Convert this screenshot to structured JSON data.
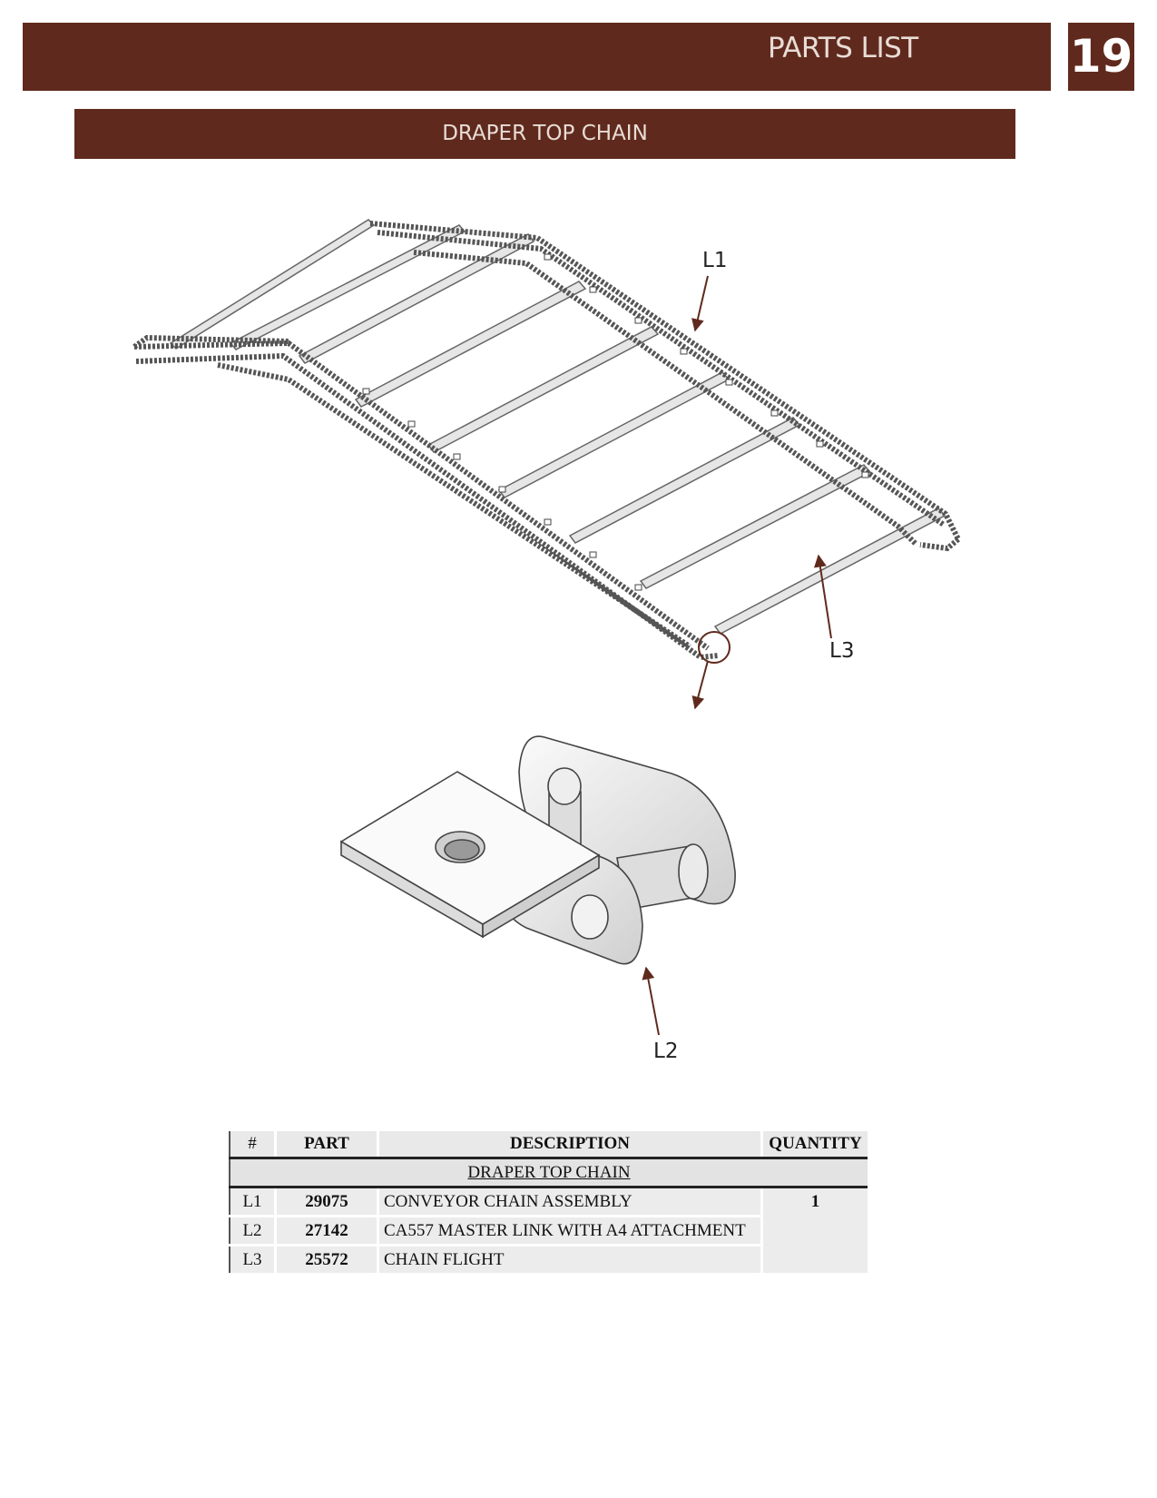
{
  "header": {
    "title": "PARTS LIST",
    "page_number": "19"
  },
  "section": {
    "title": "DRAPER TOP CHAIN"
  },
  "diagram": {
    "callouts": {
      "l1": "L1",
      "l2": "L2",
      "l3": "L3"
    },
    "colors": {
      "arrow": "#5f2a1d",
      "chain": "#555555",
      "flight": "#e6e6e6"
    }
  },
  "table": {
    "headers": {
      "num": "#",
      "part": "PART",
      "description": "DESCRIPTION",
      "quantity": "QUANTITY"
    },
    "group_title": "DRAPER TOP CHAIN",
    "rows": [
      {
        "num": "L1",
        "part": "29075",
        "description": "CONVEYOR CHAIN ASSEMBLY"
      },
      {
        "num": "L2",
        "part": "27142",
        "description": "CA557 MASTER LINK WITH A4 ATTACHMENT"
      },
      {
        "num": "L3",
        "part": "25572",
        "description": "CHAIN FLIGHT"
      }
    ],
    "quantity": "1"
  },
  "colors": {
    "brand": "#5f2a1d",
    "header_text": "#e9dcd6",
    "table_bg": "#ececec"
  }
}
